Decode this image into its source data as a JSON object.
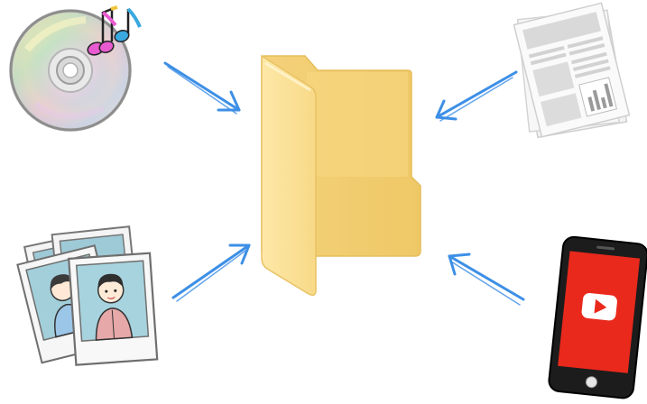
{
  "illustration": {
    "background_color": "#ffffff",
    "arrow_color": "#3d8fe6",
    "folder_colors": {
      "back": "#f2cd70",
      "front": "#fbe29b",
      "front_shade": "#f7d57f",
      "edge": "#e5bd5c"
    },
    "phone_colors": {
      "body": "#1a1a1a",
      "screen": "#e8291c",
      "play_button": "#ffffff"
    },
    "items": [
      {
        "icon": "cd-with-music-notes-icon",
        "position": "top-left"
      },
      {
        "icon": "newspaper-icon",
        "position": "top-right"
      },
      {
        "icon": "photo-prints-icon",
        "position": "bottom-left"
      },
      {
        "icon": "smartphone-video-icon",
        "position": "bottom-right"
      }
    ],
    "center_icon": "folder-icon"
  }
}
